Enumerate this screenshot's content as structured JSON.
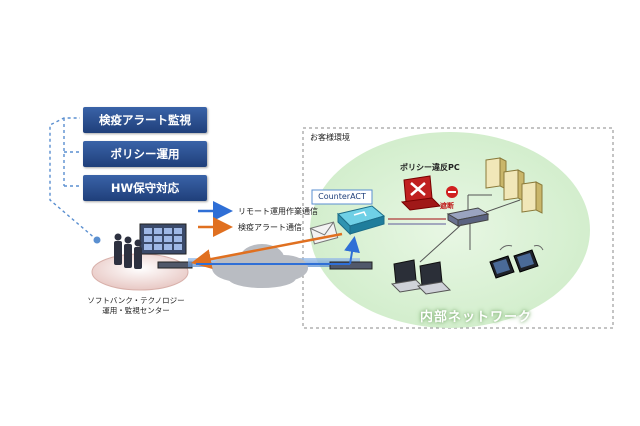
{
  "services": [
    {
      "label": "検疫アラート監視"
    },
    {
      "label": "ポリシー運用"
    },
    {
      "label": "HW保守対応"
    }
  ],
  "legend": [
    {
      "label": "リモート運用作業通信",
      "color": "#2f6fd6"
    },
    {
      "label": "検疫アラート通信",
      "color": "#e07020"
    }
  ],
  "soc": {
    "line1": "ソフトバンク・テクノロジー",
    "line2": "運用・監視センター"
  },
  "customer": {
    "env_label": "お客様環境",
    "internal_network_label": "内部ネットワーク",
    "counteract_label": "CounterACT",
    "violation_pc_label": "ポリシー違反PC",
    "block_label": "遮断"
  },
  "colors": {
    "service_blue": "#2b5aa6",
    "remote_blue": "#2f6fd6",
    "alert_orange": "#e07020",
    "network_green": "#dff3dc",
    "block_red": "#d02020"
  }
}
